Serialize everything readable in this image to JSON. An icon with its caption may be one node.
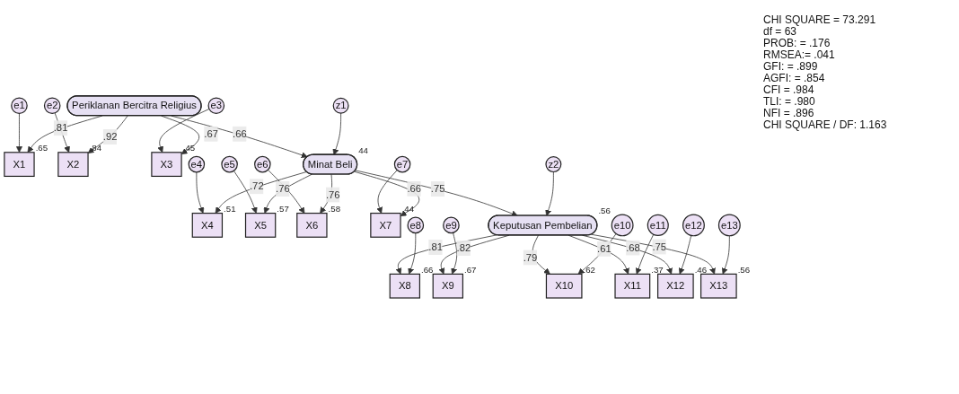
{
  "diagram": {
    "nodes": [
      {
        "text": [
          "e1"
        ]
      },
      {
        "text": [
          "X1"
        ],
        "beside": [
          ".65"
        ]
      },
      {
        "text": [
          "e2"
        ]
      },
      {
        "text": [
          "X2"
        ],
        "beside": [
          ".84"
        ]
      },
      {
        "text": [
          "e3"
        ]
      },
      {
        "text": [
          "X3"
        ],
        "beside": [
          ".45"
        ]
      },
      {
        "text": [
          "Periklanan Bercitra Religius"
        ]
      },
      {
        "text": [
          "e4"
        ]
      },
      {
        "text": [
          "X4"
        ],
        "beside": [
          ".51"
        ]
      },
      {
        "text": [
          "e5"
        ]
      },
      {
        "text": [
          "X5"
        ],
        "beside": [
          ".57"
        ]
      },
      {
        "text": [
          "e6"
        ]
      },
      {
        "text": [
          "X6"
        ],
        "beside": [
          ".58"
        ]
      },
      {
        "text": [
          "e7"
        ]
      },
      {
        "text": [
          "X7"
        ],
        "beside": [
          ".44"
        ]
      },
      {
        "text": [
          "Minat Beli"
        ],
        "beside": [
          "44"
        ]
      },
      {
        "text": [
          "z1"
        ]
      },
      {
        "text": [
          "Keputusan Pembelian"
        ],
        "beside": [
          ".56"
        ]
      },
      {
        "text": [
          "z2"
        ]
      },
      {
        "text": [
          "X8"
        ],
        "beside": [
          ".66"
        ]
      },
      {
        "text": [
          "e8"
        ]
      },
      {
        "text": [
          "X9"
        ],
        "beside": [
          ".67"
        ]
      },
      {
        "text": [
          "e9"
        ]
      },
      {
        "text": [
          "X10"
        ],
        "beside": [
          ".62"
        ]
      },
      {
        "text": [
          "e10"
        ]
      },
      {
        "text": [
          "X11"
        ],
        "beside": [
          ".37"
        ]
      },
      {
        "text": [
          "e11"
        ]
      },
      {
        "text": [
          "X12"
        ],
        "beside": [
          ".46"
        ]
      },
      {
        "text": [
          "e12"
        ]
      },
      {
        "text": [
          "X13"
        ],
        "beside": [
          ".56"
        ]
      },
      {
        "text": [
          "e13"
        ]
      }
    ],
    "edges": [
      {
        "from": 0,
        "to": 1,
        "arrow": "to"
      },
      {
        "from": 2,
        "to": 3,
        "arrow": "to"
      },
      {
        "from": 4,
        "to": 5,
        "arrow": "to"
      },
      {
        "from": 6,
        "to": 1,
        "arrow": "to",
        "label": ".81"
      },
      {
        "from": 6,
        "to": 3,
        "arrow": "to",
        "label": ".92"
      },
      {
        "from": 6,
        "to": 5,
        "arrow": "to",
        "label": ".67"
      },
      {
        "from": 6,
        "to": 15,
        "arrow": "to",
        "label": ".66"
      },
      {
        "from": 7,
        "to": 8,
        "arrow": "to"
      },
      {
        "from": 9,
        "to": 10,
        "arrow": "to"
      },
      {
        "from": 11,
        "to": 12,
        "arrow": "to"
      },
      {
        "from": 13,
        "to": 14,
        "arrow": "to"
      },
      {
        "from": 15,
        "to": 8,
        "arrow": "to",
        "label": ".72"
      },
      {
        "from": 15,
        "to": 10,
        "arrow": "to",
        "label": ".76"
      },
      {
        "from": 15,
        "to": 12,
        "arrow": "to",
        "label": ".76"
      },
      {
        "from": 15,
        "to": 14,
        "arrow": "to",
        "label": ".66"
      },
      {
        "from": 16,
        "to": 15,
        "arrow": "to"
      },
      {
        "from": 15,
        "to": 17,
        "arrow": "to",
        "label": ".75"
      },
      {
        "from": 18,
        "to": 17,
        "arrow": "to"
      },
      {
        "from": 17,
        "to": 19,
        "arrow": "to",
        "label": ".81"
      },
      {
        "from": 17,
        "to": 21,
        "arrow": "to",
        "label": ".82"
      },
      {
        "from": 17,
        "to": 23,
        "arrow": "to",
        "label": ".79"
      },
      {
        "from": 17,
        "to": 25,
        "arrow": "to",
        "label": ".61"
      },
      {
        "from": 17,
        "to": 27,
        "arrow": "to",
        "label": ".68"
      },
      {
        "from": 17,
        "to": 29,
        "arrow": "to",
        "label": ".75"
      },
      {
        "from": 20,
        "to": 19,
        "arrow": "to"
      },
      {
        "from": 22,
        "to": 21,
        "arrow": "to"
      },
      {
        "from": 24,
        "to": 23,
        "arrow": "to"
      },
      {
        "from": 26,
        "to": 25,
        "arrow": "to"
      },
      {
        "from": 28,
        "to": 27,
        "arrow": "to"
      },
      {
        "from": 30,
        "to": 29,
        "arrow": "to"
      }
    ],
    "labels": [
      "CHI SQUARE = 73.291",
      "df = 63",
      "PROB: = .176",
      "RMSEA:= .041",
      "GFI: = .899",
      "AGFI: = .854",
      "CFI = .984",
      "TLI: = .980",
      "NFI = .896",
      "CHI SQUARE / DF: 1.163"
    ]
  }
}
